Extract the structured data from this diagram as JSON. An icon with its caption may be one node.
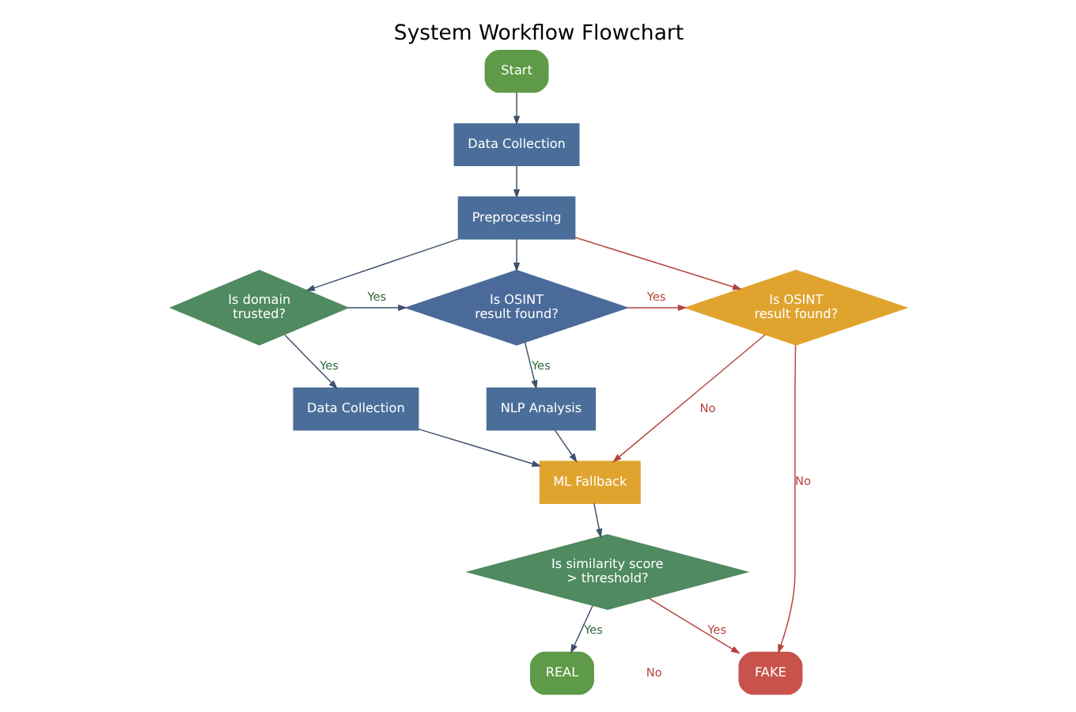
{
  "diagram": {
    "title": "System Workflow Flowchart",
    "nodes": [
      {
        "text": [
          "Start"
        ]
      },
      {
        "text": [
          "Data Collection"
        ]
      },
      {
        "text": [
          "Preprocessing"
        ]
      },
      {
        "text": [
          "Is domain trusted?"
        ]
      },
      {
        "text": [
          "Is OSINT result found?"
        ]
      },
      {
        "text": [
          "Is OSINT result found?"
        ]
      },
      {
        "text": [
          "Data Collection"
        ]
      },
      {
        "text": [
          "NLP Analysis"
        ]
      },
      {
        "text": [
          "ML Fallback"
        ]
      },
      {
        "text": [
          "Is similarity score > threshold?"
        ]
      },
      {
        "text": [
          "REAL"
        ]
      },
      {
        "text": [
          "FAKE"
        ]
      }
    ],
    "edges": [
      {
        "from": 0,
        "to": 1,
        "arrow": "to"
      },
      {
        "from": 1,
        "to": 2,
        "arrow": "to"
      },
      {
        "from": 2,
        "to": 3,
        "arrow": "to"
      },
      {
        "from": 2,
        "to": 4,
        "arrow": "to"
      },
      {
        "from": 2,
        "to": 5,
        "arrow": "to",
        "color": "#b5443f"
      },
      {
        "from": 3,
        "to": 4,
        "arrow": "to",
        "label": "Yes"
      },
      {
        "from": 3,
        "to": 6,
        "arrow": "to",
        "label": "Yes"
      },
      {
        "from": 4,
        "to": 5,
        "arrow": "to",
        "label": "Yes",
        "color": "#b5443f"
      },
      {
        "from": 4,
        "to": 7,
        "arrow": "to",
        "label": "Yes"
      },
      {
        "from": 5,
        "to": 11,
        "arrow": "to",
        "label": "No",
        "color": "#b5443f"
      },
      {
        "from": 5,
        "to": 8,
        "arrow": "to",
        "label": "No",
        "color": "#b5443f"
      },
      {
        "from": 6,
        "to": 8,
        "arrow": "to"
      },
      {
        "from": 7,
        "to": 8,
        "arrow": "to"
      },
      {
        "from": 8,
        "to": 9,
        "arrow": "to"
      },
      {
        "from": 9,
        "to": 10,
        "arrow": "to",
        "label": "Yes"
      },
      {
        "from": 9,
        "to": 11,
        "arrow": "to",
        "label": "Yes",
        "color": "#b5443f"
      }
    ],
    "labels": [
      "No"
    ]
  }
}
